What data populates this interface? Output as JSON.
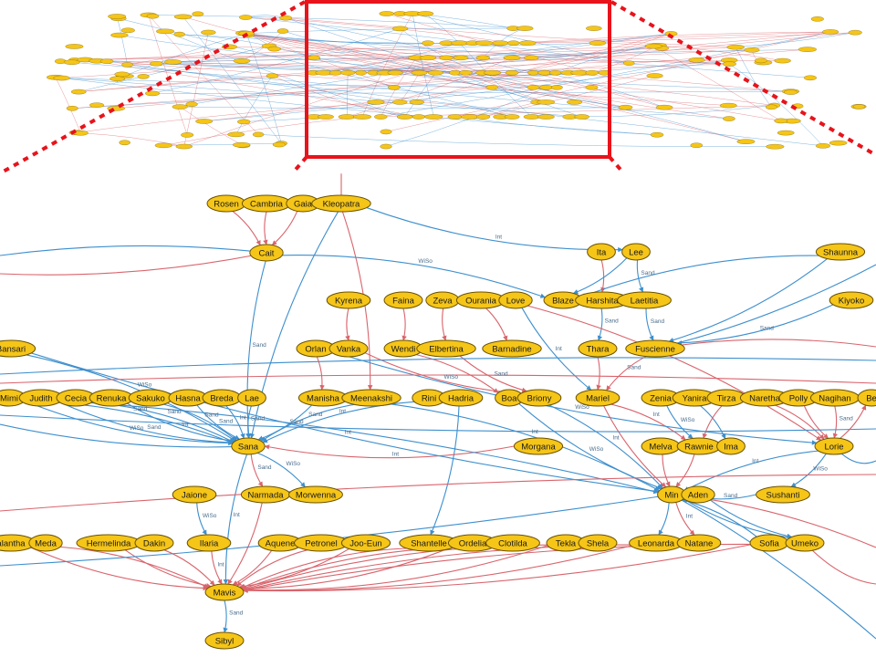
{
  "colors": {
    "node_fill": "#f5c518",
    "node_stroke": "#6b5200",
    "edge_red": "#d9646c",
    "edge_blue": "#3d8fce",
    "zoom_box": "#e8131b",
    "zoom_dots": "#e8131b"
  },
  "zoom_box_label": "",
  "nodes": [
    {
      "id": "Rosen",
      "label": "Rosen"
    },
    {
      "id": "Cambria",
      "label": "Cambria"
    },
    {
      "id": "Gaia",
      "label": "Gaia"
    },
    {
      "id": "Kleopatra",
      "label": "Kleopatra"
    },
    {
      "id": "Cait",
      "label": "Cait"
    },
    {
      "id": "Ita",
      "label": "Ita"
    },
    {
      "id": "Lee",
      "label": "Lee"
    },
    {
      "id": "Shaunna",
      "label": "Shaunna"
    },
    {
      "id": "Blaze",
      "label": "Blaze"
    },
    {
      "id": "Harshita",
      "label": "Harshita"
    },
    {
      "id": "Laetitia",
      "label": "Laetitia"
    },
    {
      "id": "Kiyoko",
      "label": "Kiyoko"
    },
    {
      "id": "Kyrena",
      "label": "Kyrena"
    },
    {
      "id": "Faina",
      "label": "Faina"
    },
    {
      "id": "Zeva",
      "label": "Zeva"
    },
    {
      "id": "Ourania",
      "label": "Ourania"
    },
    {
      "id": "Love",
      "label": "Love"
    },
    {
      "id": "Bansari",
      "label": "Bansari"
    },
    {
      "id": "Orlan",
      "label": "Orlan"
    },
    {
      "id": "Vanka",
      "label": "Vanka"
    },
    {
      "id": "Wendi",
      "label": "Wendi"
    },
    {
      "id": "Elbertina",
      "label": "Elbertina"
    },
    {
      "id": "Barnadine",
      "label": "Barnadine"
    },
    {
      "id": "Thara",
      "label": "Thara"
    },
    {
      "id": "Fuscienne",
      "label": "Fuscienne"
    },
    {
      "id": "Mimi",
      "label": "Mimi"
    },
    {
      "id": "Judith",
      "label": "Judith"
    },
    {
      "id": "Cecia",
      "label": "Cecia"
    },
    {
      "id": "Renuka",
      "label": "Renuka"
    },
    {
      "id": "Sakuko",
      "label": "Sakuko"
    },
    {
      "id": "Hasna",
      "label": "Hasna"
    },
    {
      "id": "Breda",
      "label": "Breda"
    },
    {
      "id": "Lae",
      "label": "Lae"
    },
    {
      "id": "Manisha",
      "label": "Manisha"
    },
    {
      "id": "Meenakshi",
      "label": "Meenakshi"
    },
    {
      "id": "Rini",
      "label": "Rini"
    },
    {
      "id": "Hadria",
      "label": "Hadria"
    },
    {
      "id": "Boa",
      "label": "Boa"
    },
    {
      "id": "Briony",
      "label": "Briony"
    },
    {
      "id": "Mariel",
      "label": "Mariel"
    },
    {
      "id": "Zenia",
      "label": "Zenia"
    },
    {
      "id": "Yanira",
      "label": "Yanira"
    },
    {
      "id": "Tirza",
      "label": "Tirza"
    },
    {
      "id": "Naretha",
      "label": "Naretha"
    },
    {
      "id": "Polly",
      "label": "Polly"
    },
    {
      "id": "Nagihan",
      "label": "Nagihan"
    },
    {
      "id": "Be",
      "label": "Be"
    },
    {
      "id": "Sana",
      "label": "Sana"
    },
    {
      "id": "Morgana",
      "label": "Morgana"
    },
    {
      "id": "Melva",
      "label": "Melva"
    },
    {
      "id": "Rawnie",
      "label": "Rawnie"
    },
    {
      "id": "Ima",
      "label": "Ima"
    },
    {
      "id": "Lorie",
      "label": "Lorie"
    },
    {
      "id": "Jaione",
      "label": "Jaione"
    },
    {
      "id": "Narmada",
      "label": "Narmada"
    },
    {
      "id": "Morwenna",
      "label": "Morwenna"
    },
    {
      "id": "Min",
      "label": "Min"
    },
    {
      "id": "Aden",
      "label": "Aden"
    },
    {
      "id": "Sushanti",
      "label": "Sushanti"
    },
    {
      "id": "alantha",
      "label": "alantha"
    },
    {
      "id": "Meda",
      "label": "Meda"
    },
    {
      "id": "Hermelinda",
      "label": "Hermelinda"
    },
    {
      "id": "Dakin",
      "label": "Dakin"
    },
    {
      "id": "Ilaria",
      "label": "Ilaria"
    },
    {
      "id": "Aquene",
      "label": "Aquene"
    },
    {
      "id": "Petronel",
      "label": "Petronel"
    },
    {
      "id": "Joo-Eun",
      "label": "Joo-Eun"
    },
    {
      "id": "Shantelle",
      "label": "Shantelle"
    },
    {
      "id": "Ordelia",
      "label": "Ordelia"
    },
    {
      "id": "Clotilda",
      "label": "Clotilda"
    },
    {
      "id": "Tekla",
      "label": "Tekla"
    },
    {
      "id": "Shela",
      "label": "Shela"
    },
    {
      "id": "Leonarda",
      "label": "Leonarda"
    },
    {
      "id": "Natane",
      "label": "Natane"
    },
    {
      "id": "Sofia",
      "label": "Sofia"
    },
    {
      "id": "Umeko",
      "label": "Umeko"
    },
    {
      "id": "Mavis",
      "label": "Mavis"
    },
    {
      "id": "Sibyl",
      "label": "Sibyl"
    }
  ],
  "edges": [
    {
      "from": "Rosen",
      "to": "Cait",
      "color": "red",
      "label": ""
    },
    {
      "from": "Cambria",
      "to": "Cait",
      "color": "red",
      "label": ""
    },
    {
      "from": "Gaia",
      "to": "Cait",
      "color": "red",
      "label": ""
    },
    {
      "from": "Kleopatra",
      "to": "Lee",
      "color": "blue",
      "label": "Int"
    },
    {
      "from": "Kleopatra",
      "to": "Meenakshi",
      "color": "red",
      "label": ""
    },
    {
      "from": "Kleopatra",
      "to": "Sana",
      "color": "blue",
      "label": ""
    },
    {
      "from": "Cait",
      "to": "Blaze",
      "color": "blue",
      "label": "WiSo"
    },
    {
      "from": "Cait",
      "to": "Sana",
      "color": "blue",
      "label": "Sand"
    },
    {
      "from": "Ita",
      "to": "Harshita",
      "color": "red",
      "label": ""
    },
    {
      "from": "Lee",
      "to": "Laetitia",
      "color": "blue",
      "label": "Sand"
    },
    {
      "from": "Lee",
      "to": "Blaze",
      "color": "blue",
      "label": ""
    },
    {
      "from": "Shaunna",
      "to": "Blaze",
      "color": "blue",
      "label": ""
    },
    {
      "from": "Harshita",
      "to": "Thara",
      "color": "blue",
      "label": "Sand"
    },
    {
      "from": "Laetitia",
      "to": "Fuscienne",
      "color": "blue",
      "label": "Sand"
    },
    {
      "from": "Kiyoko",
      "to": "Fuscienne",
      "color": "blue",
      "label": "Sand"
    },
    {
      "from": "Kyrena",
      "to": "Vanka",
      "color": "red",
      "label": ""
    },
    {
      "from": "Faina",
      "to": "Wendi",
      "color": "red",
      "label": ""
    },
    {
      "from": "Zeva",
      "to": "Elbertina",
      "color": "red",
      "label": ""
    },
    {
      "from": "Ourania",
      "to": "Barnadine",
      "color": "red",
      "label": ""
    },
    {
      "from": "Love",
      "to": "Mariel",
      "color": "blue",
      "label": "Int"
    },
    {
      "from": "Orlan",
      "to": "Manisha",
      "color": "red",
      "label": ""
    },
    {
      "from": "Vanka",
      "to": "Briony",
      "color": "red",
      "label": "WiSo"
    },
    {
      "from": "Wendi",
      "to": "Boa",
      "color": "red",
      "label": ""
    },
    {
      "from": "Elbertina",
      "to": "Briony",
      "color": "red",
      "label": "Sand"
    },
    {
      "from": "Thara",
      "to": "Mariel",
      "color": "red",
      "label": ""
    },
    {
      "from": "Fuscienne",
      "to": "Mariel",
      "color": "red",
      "label": "Sand"
    },
    {
      "from": "Mimi",
      "to": "Sana",
      "color": "blue",
      "label": "Sand"
    },
    {
      "from": "Judith",
      "to": "Sana",
      "color": "blue",
      "label": "Sand"
    },
    {
      "from": "Cecia",
      "to": "Sana",
      "color": "blue",
      "label": "Sand"
    },
    {
      "from": "Renuka",
      "to": "Sana",
      "color": "blue",
      "label": "Int"
    },
    {
      "from": "Sakuko",
      "to": "Sana",
      "color": "blue",
      "label": "Sand"
    },
    {
      "from": "Hasna",
      "to": "Sana",
      "color": "blue",
      "label": "Sand"
    },
    {
      "from": "Breda",
      "to": "Sana",
      "color": "blue",
      "label": "Int"
    },
    {
      "from": "Lae",
      "to": "Sana",
      "color": "blue",
      "label": "Sand"
    },
    {
      "from": "Manisha",
      "to": "Sana",
      "color": "blue",
      "label": "Sand"
    },
    {
      "from": "Meenakshi",
      "to": "Sana",
      "color": "blue",
      "label": "Sand"
    },
    {
      "from": "Meenakshi",
      "to": "Min",
      "color": "blue",
      "label": "Int"
    },
    {
      "from": "Rini",
      "to": "Sana",
      "color": "blue",
      "label": "Int"
    },
    {
      "from": "Hadria",
      "to": "Shantelle",
      "color": "blue",
      "label": ""
    },
    {
      "from": "Boa",
      "to": "Min",
      "color": "blue",
      "label": "WiSo"
    },
    {
      "from": "Briony",
      "to": "Min",
      "color": "blue",
      "label": "Int"
    },
    {
      "from": "Mariel",
      "to": "Min",
      "color": "red",
      "label": ""
    },
    {
      "from": "Mariel",
      "to": "Rawnie",
      "color": "red",
      "label": "Int"
    },
    {
      "from": "Zenia",
      "to": "Rawnie",
      "color": "blue",
      "label": "WiSo"
    },
    {
      "from": "Yanira",
      "to": "Ima",
      "color": "blue",
      "label": ""
    },
    {
      "from": "Tirza",
      "to": "Rawnie",
      "color": "red",
      "label": ""
    },
    {
      "from": "Naretha",
      "to": "Lorie",
      "color": "red",
      "label": ""
    },
    {
      "from": "Polly",
      "to": "Lorie",
      "color": "red",
      "label": ""
    },
    {
      "from": "Nagihan",
      "to": "Lorie",
      "color": "red",
      "label": "Sand"
    },
    {
      "from": "Sana",
      "to": "Narmada",
      "color": "red",
      "label": "Sand"
    },
    {
      "from": "Sana",
      "to": "Morwenna",
      "color": "blue",
      "label": "WiSo"
    },
    {
      "from": "Sana",
      "to": "Mavis",
      "color": "blue",
      "label": "Int"
    },
    {
      "from": "Morgana",
      "to": "Sana",
      "color": "red",
      "label": "Int"
    },
    {
      "from": "Melva",
      "to": "Min",
      "color": "red",
      "label": ""
    },
    {
      "from": "Rawnie",
      "to": "Min",
      "color": "red",
      "label": ""
    },
    {
      "from": "Lorie",
      "to": "Min",
      "color": "blue",
      "label": "Int"
    },
    {
      "from": "Lorie",
      "to": "Sushanti",
      "color": "blue",
      "label": "WiSo"
    },
    {
      "from": "Jaione",
      "to": "Ilaria",
      "color": "blue",
      "label": "WiSo"
    },
    {
      "from": "Narmada",
      "to": "Mavis",
      "color": "red",
      "label": ""
    },
    {
      "from": "Min",
      "to": "Natane",
      "color": "red",
      "label": "Int"
    },
    {
      "from": "Min",
      "to": "Leonarda",
      "color": "blue",
      "label": ""
    },
    {
      "from": "Aden",
      "to": "Umeko",
      "color": "blue",
      "label": ""
    },
    {
      "from": "Sushanti",
      "to": "Min",
      "color": "blue",
      "label": "Sand"
    },
    {
      "from": "alantha",
      "to": "Mavis",
      "color": "red",
      "label": ""
    },
    {
      "from": "Meda",
      "to": "Mavis",
      "color": "red",
      "label": ""
    },
    {
      "from": "Hermelinda",
      "to": "Mavis",
      "color": "red",
      "label": ""
    },
    {
      "from": "Dakin",
      "to": "Mavis",
      "color": "red",
      "label": ""
    },
    {
      "from": "Ilaria",
      "to": "Mavis",
      "color": "red",
      "label": "Int"
    },
    {
      "from": "Aquene",
      "to": "Mavis",
      "color": "red",
      "label": ""
    },
    {
      "from": "Petronel",
      "to": "Mavis",
      "color": "red",
      "label": ""
    },
    {
      "from": "Joo-Eun",
      "to": "Mavis",
      "color": "red",
      "label": ""
    },
    {
      "from": "Shantelle",
      "to": "Mavis",
      "color": "red",
      "label": ""
    },
    {
      "from": "Ordelia",
      "to": "Mavis",
      "color": "red",
      "label": ""
    },
    {
      "from": "Clotilda",
      "to": "Mavis",
      "color": "red",
      "label": ""
    },
    {
      "from": "Tekla",
      "to": "Mavis",
      "color": "red",
      "label": ""
    },
    {
      "from": "Shela",
      "to": "Mavis",
      "color": "red",
      "label": ""
    },
    {
      "from": "Leonarda",
      "to": "Mavis",
      "color": "red",
      "label": ""
    },
    {
      "from": "Natane",
      "to": "Mavis",
      "color": "red",
      "label": ""
    },
    {
      "from": "Sofia",
      "to": "Mavis",
      "color": "red",
      "label": ""
    },
    {
      "from": "Umeko",
      "to": "Mavis",
      "color": "red",
      "label": ""
    },
    {
      "from": "Mavis",
      "to": "Sibyl",
      "color": "blue",
      "label": "Sand"
    },
    {
      "from": "Mimi",
      "to": "Sana",
      "color": "blue",
      "label": "WiSo"
    },
    {
      "from": "Bansari",
      "to": "Sana",
      "color": "blue",
      "label": "WiSo"
    },
    {
      "from": "Bansari",
      "to": "Min",
      "color": "blue",
      "label": "Int"
    },
    {
      "from": "Judith",
      "to": "Min",
      "color": "blue",
      "label": ""
    },
    {
      "from": "Orlan",
      "to": "Lorie",
      "color": "blue",
      "label": "WiSo"
    },
    {
      "from": "Love",
      "to": "Lorie",
      "color": "red",
      "label": ""
    },
    {
      "from": "Lorie",
      "to": "Be",
      "color": "red",
      "label": ""
    },
    {
      "from": "Shaunna",
      "to": "Fuscienne",
      "color": "blue",
      "label": ""
    },
    {
      "from": "Sofia",
      "to": "Min",
      "color": "blue",
      "label": ""
    },
    {
      "from": "Umeko",
      "to": "Min",
      "color": "blue",
      "label": ""
    }
  ]
}
